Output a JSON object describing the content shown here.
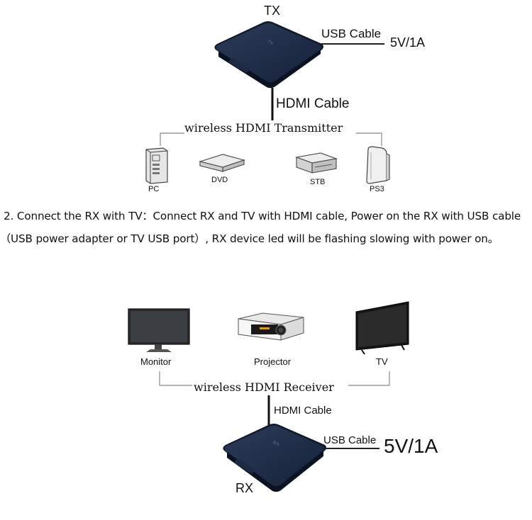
{
  "transmitter": {
    "device_label": "TX",
    "usb_cable_label": "USB Cable",
    "power_label": "5V/1A",
    "hdmi_cable_label": "HDMI Cable",
    "group_label": "wireless HDMI Transmitter",
    "sources": [
      "PC",
      "DVD",
      "STB",
      "PS3"
    ]
  },
  "instructions": {
    "line1": "2. Connect the RX with TV：Connect RX and TV with HDMI cable, Power on the RX with USB cable",
    "line2": "（USB power adapter or TV USB port）, RX device led will be flashing slowing with power on。"
  },
  "receiver": {
    "device_label": "RX",
    "usb_cable_label": "USB Cable",
    "power_label": "5V/1A",
    "hdmi_cable_label": "HDMI Cable",
    "group_label": "wireless HDMI Receiver",
    "displays": [
      "Monitor",
      "Projector",
      "TV"
    ]
  }
}
